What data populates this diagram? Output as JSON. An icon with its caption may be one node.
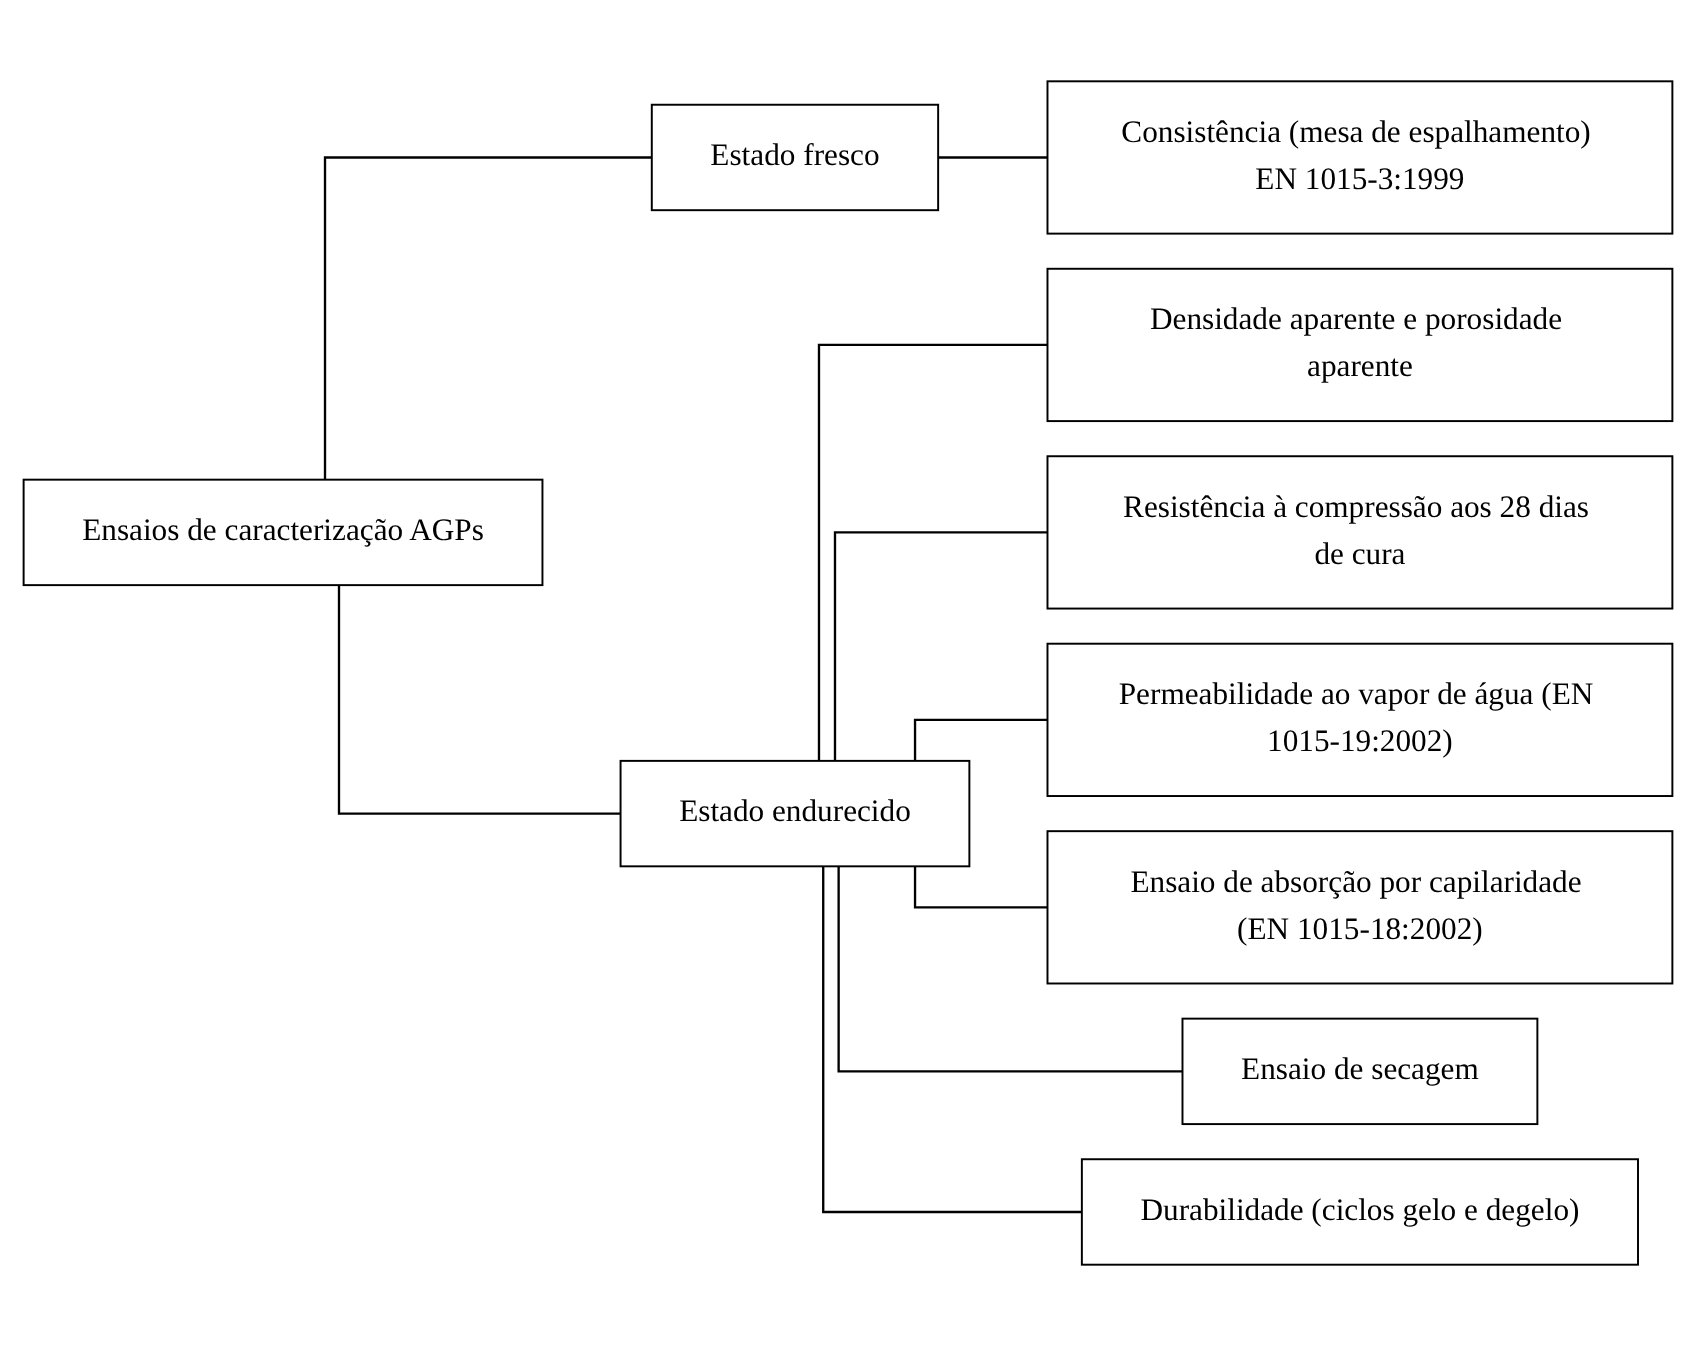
{
  "diagram": {
    "nodes": [
      {
        "text": [
          "Ensaios de caracterização AGPs"
        ]
      },
      {
        "text": [
          "Estado fresco"
        ]
      },
      {
        "text": [
          "Estado endurecido"
        ]
      },
      {
        "text": [
          "Consistência (mesa de espalhamento) EN 1015-3:1999"
        ]
      },
      {
        "text": [
          "Densidade aparente e porosidade aparente"
        ]
      },
      {
        "text": [
          "Resistência à compressão aos 28 dias de cura"
        ]
      },
      {
        "text": [
          "Permeabilidade ao vapor de água (EN 1015-19:2002)"
        ]
      },
      {
        "text": [
          "Ensaio de absorção por capilaridade (EN 1015-18:2002)"
        ]
      },
      {
        "text": [
          "Ensaio de secagem"
        ]
      },
      {
        "text": [
          "Durabilidade (ciclos gelo e degelo)"
        ]
      }
    ],
    "edges": [
      {
        "from": 0,
        "to": 1,
        "arrow": "none"
      },
      {
        "from": 0,
        "to": 2,
        "arrow": "none"
      },
      {
        "from": 1,
        "to": 3,
        "arrow": "none"
      },
      {
        "from": 2,
        "to": 4,
        "arrow": "none"
      },
      {
        "from": 2,
        "to": 5,
        "arrow": "none"
      },
      {
        "from": 2,
        "to": 6,
        "arrow": "none"
      },
      {
        "from": 2,
        "to": 7,
        "arrow": "none"
      },
      {
        "from": 2,
        "to": 8,
        "arrow": "none"
      },
      {
        "from": 2,
        "to": 9,
        "arrow": "none"
      }
    ]
  }
}
